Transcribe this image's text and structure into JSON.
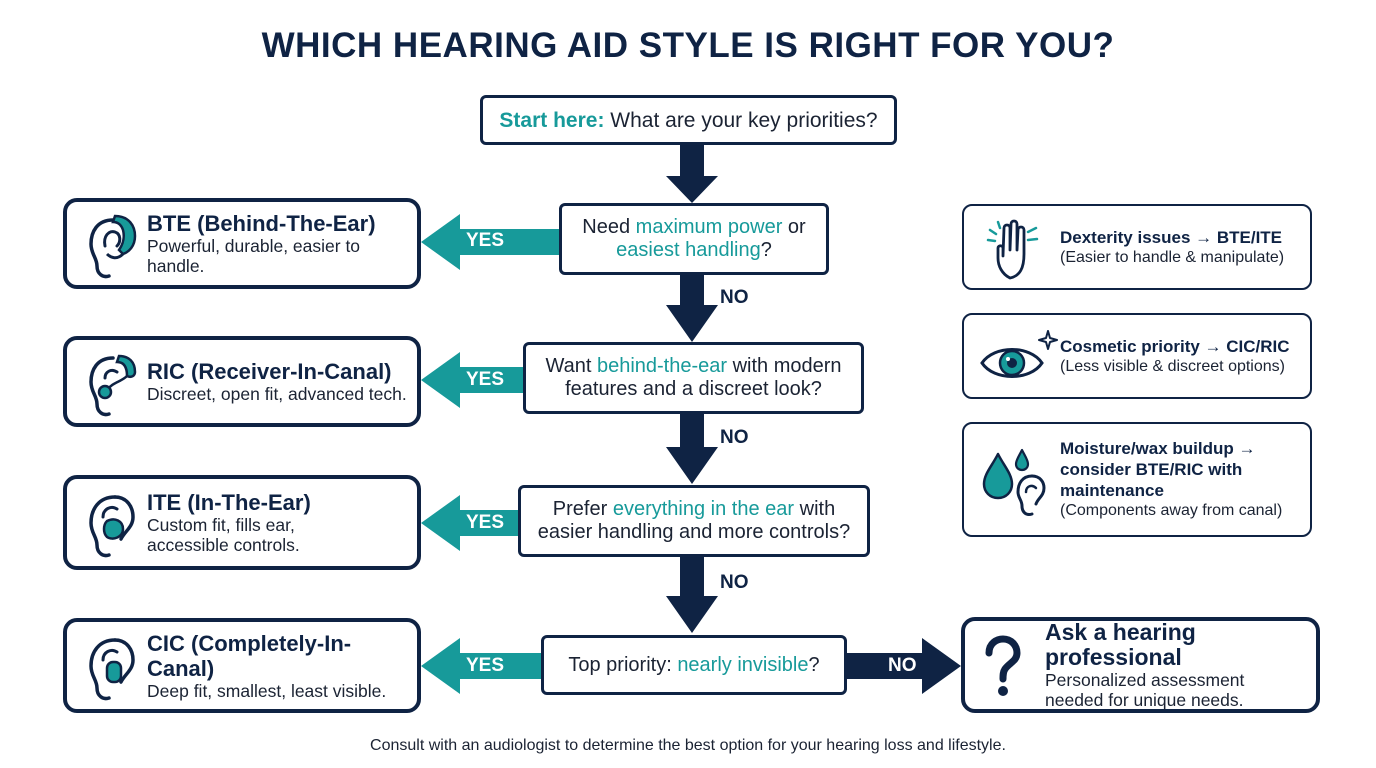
{
  "title": "WHICH HEARING AID STYLE IS RIGHT FOR YOU?",
  "start": {
    "lead": "Start here:",
    "text": " What are your key priorities?"
  },
  "questions": [
    {
      "a": "Need ",
      "b": "maximum power",
      "c": " or",
      "d": "easiest handling",
      "e": "?"
    },
    {
      "a": "Want ",
      "b": "behind-the-ear",
      "c": " with modern",
      "d": "features and a discreet look?"
    },
    {
      "a": "Prefer ",
      "b": "everything in the ear",
      "c": " with",
      "d": "easier handling and more controls?"
    },
    {
      "a": "Top priority: ",
      "b": "nearly invisible",
      "c": "?"
    }
  ],
  "results": [
    {
      "title": "BTE (Behind-The-Ear)",
      "desc": "Powerful, durable, easier to handle."
    },
    {
      "title": "RIC (Receiver-In-Canal)",
      "desc": "Discreet, open fit, advanced tech."
    },
    {
      "title": "ITE (In-The-Ear)",
      "desc1": "Custom fit, fills ear,",
      "desc2": "accessible controls."
    },
    {
      "title": "CIC (Completely-In-Canal)",
      "desc": "Deep fit, smallest, least visible."
    }
  ],
  "professional": {
    "title": "Ask a hearing professional",
    "desc1": "Personalized assessment",
    "desc2": "needed for unique needs."
  },
  "tips": [
    {
      "title": "Dexterity issues → BTE/ITE",
      "desc": "(Easier to handle & manipulate)"
    },
    {
      "title": "Cosmetic priority → CIC/RIC",
      "desc": "(Less visible & discreet options)"
    },
    {
      "title1": "Moisture/wax buildup →",
      "title2": "consider BTE/RIC with",
      "title3": "maintenance",
      "desc": "(Components away from canal)"
    }
  ],
  "labels": {
    "yes": "YES",
    "no": "NO"
  },
  "footer": "Consult with an audiologist to determine the best option for your hearing loss and lifestyle.",
  "colors": {
    "navy": "#0f2344",
    "teal": "#179a9a"
  }
}
